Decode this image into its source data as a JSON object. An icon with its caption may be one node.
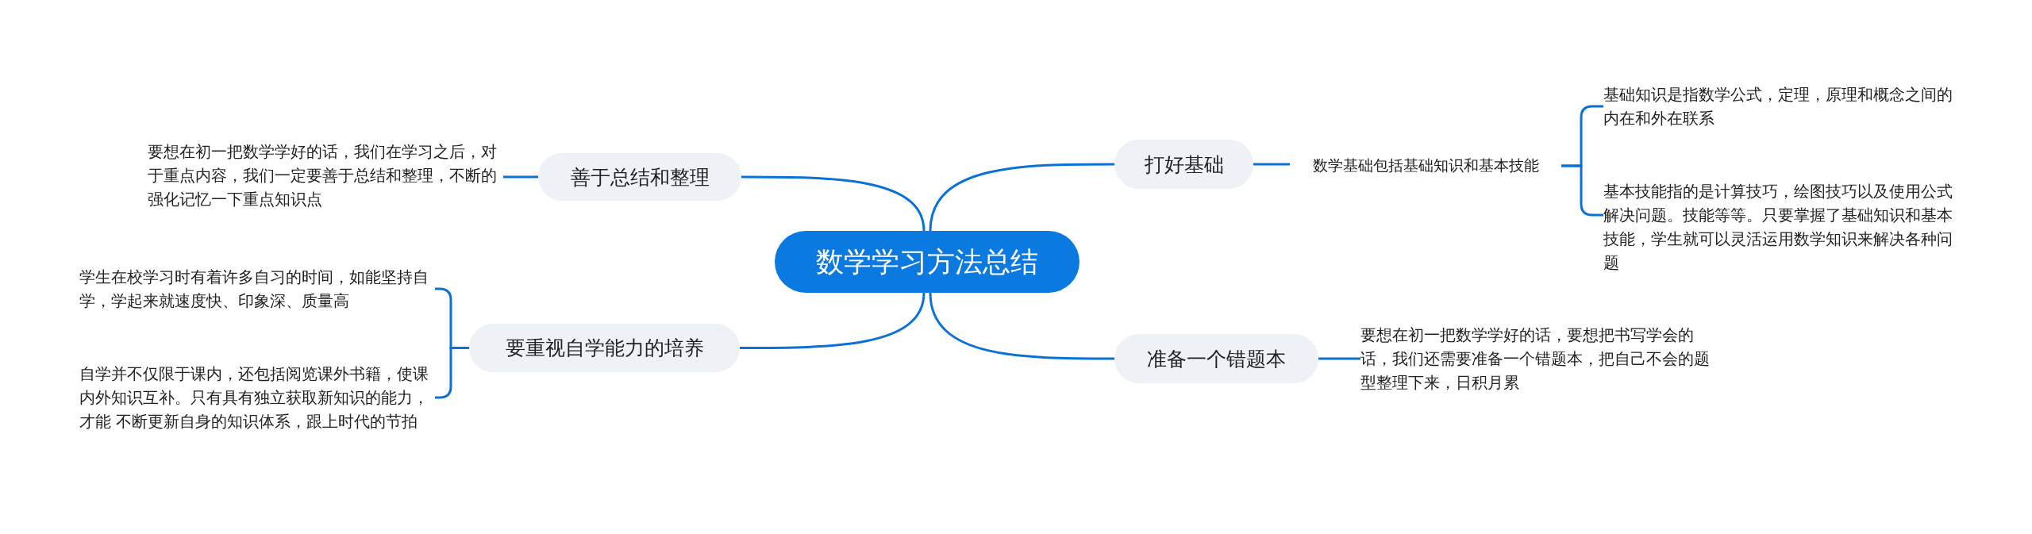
{
  "diagram": {
    "nodes": [
      {
        "text": [
          "数学学习方法总结"
        ]
      },
      {
        "text": [
          "善于总结和整理"
        ]
      },
      {
        "text": [
          "要想在初一把数学学好的话，我们在学习之后，对于重点内容，我们一定要善于总结和整理，不断的强化记忆一下重点知识点"
        ]
      },
      {
        "text": [
          "要重视自学能力的培养"
        ]
      },
      {
        "text": [
          "学生在校学习时有着许多自习的时间，如能坚持自学，学起来就速度快、印象深、质量高"
        ]
      },
      {
        "text": [
          "自学并不仅限于课内，还包括阅览课外书籍，使课内外知识互补。只有具有独立获取新知识的能力，才能 不断更新自身的知识体系，跟上时代的节拍"
        ]
      },
      {
        "text": [
          "打好基础"
        ]
      },
      {
        "text": [
          "数学基础包括基础知识和基本技能"
        ]
      },
      {
        "text": [
          "基础知识是指数学公式，定理，原理和概念之间的内在和外在联系"
        ]
      },
      {
        "text": [
          "基本技能指的是计算技巧，绘图技巧以及使用公式解决问题。技能等等。只要掌握了基础知识和基本技能，学生就可以灵活运用数学知识来解决各种问题"
        ]
      },
      {
        "text": [
          "准备一个错题本"
        ]
      },
      {
        "text": [
          "要想在初一把数学学好的话，要想把书写学会的话，我们还需要准备一个错题本，把自己不会的题型整理下来，日积月累"
        ]
      }
    ],
    "edges": [
      {
        "from": 0,
        "to": 1,
        "arrow": "none"
      },
      {
        "from": 1,
        "to": 2,
        "arrow": "none"
      },
      {
        "from": 0,
        "to": 3,
        "arrow": "none"
      },
      {
        "from": 3,
        "to": 4,
        "arrow": "none"
      },
      {
        "from": 3,
        "to": 5,
        "arrow": "none"
      },
      {
        "from": 0,
        "to": 6,
        "arrow": "none"
      },
      {
        "from": 6,
        "to": 7,
        "arrow": "none"
      },
      {
        "from": 7,
        "to": 8,
        "arrow": "none"
      },
      {
        "from": 7,
        "to": 9,
        "arrow": "none"
      },
      {
        "from": 0,
        "to": 10,
        "arrow": "none"
      },
      {
        "from": 10,
        "to": 11,
        "arrow": "none"
      }
    ]
  }
}
